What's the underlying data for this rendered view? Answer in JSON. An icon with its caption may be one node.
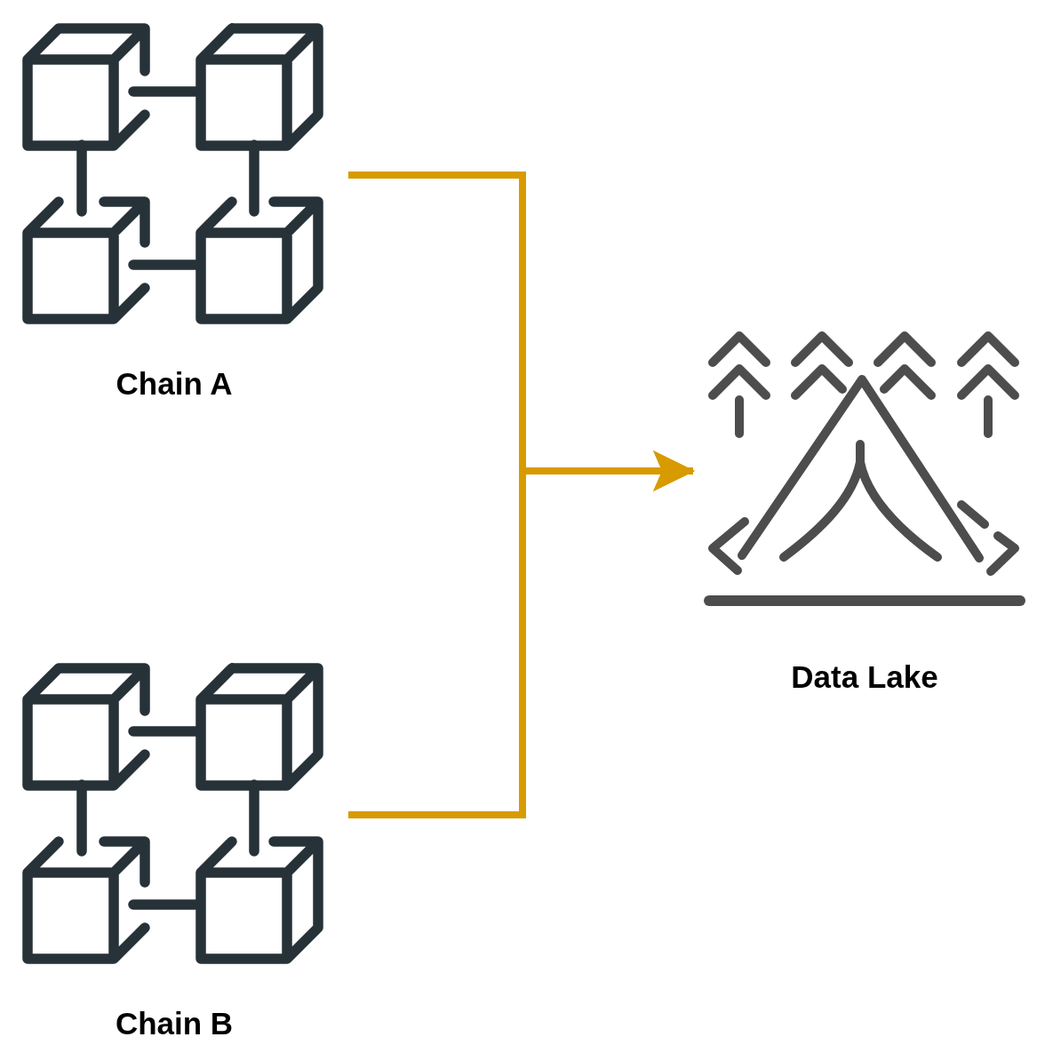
{
  "diagram": {
    "nodes": [
      {
        "text": [
          "Chain A"
        ]
      },
      {
        "text": [
          "Chain B"
        ]
      },
      {
        "text": [
          "Data Lake"
        ]
      }
    ],
    "edges": [
      {
        "from": 0,
        "to": 2,
        "arrow": "to"
      },
      {
        "from": 1,
        "to": 2,
        "arrow": "to"
      }
    ]
  }
}
